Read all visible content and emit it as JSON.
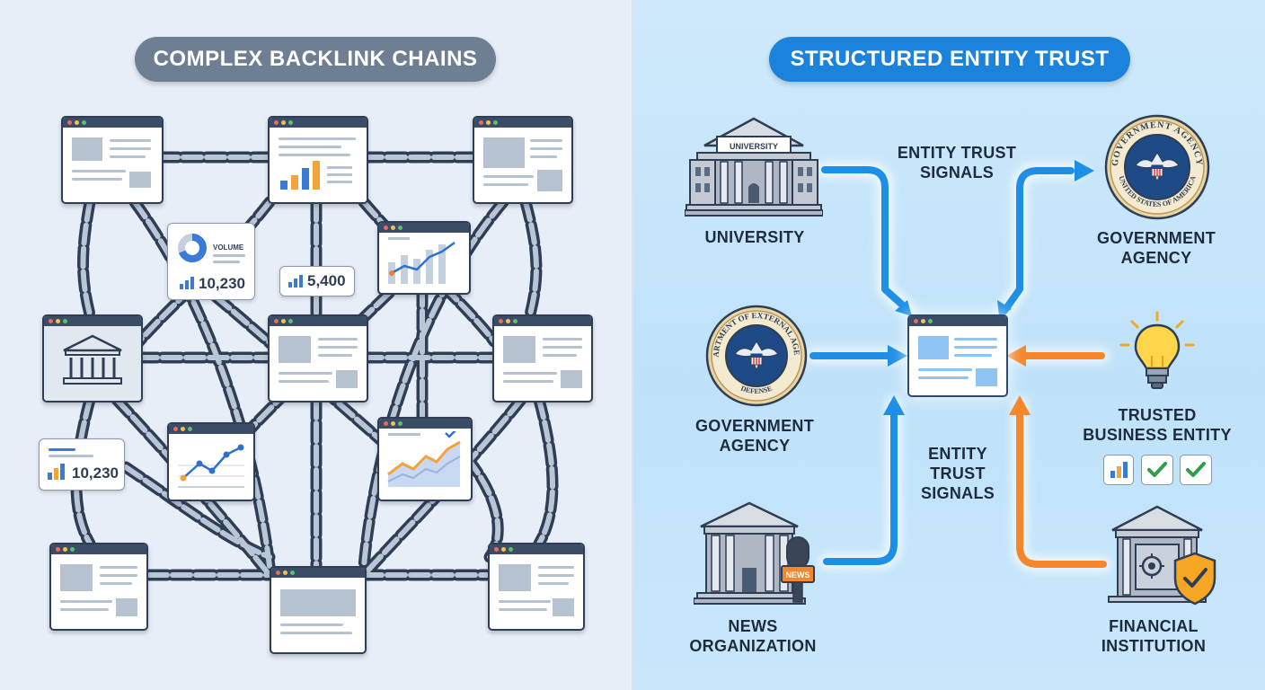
{
  "left": {
    "title": "COMPLEX BACKLINK CHAINS",
    "cards": {
      "volume_label": "VOLUME",
      "volume_value": "10,230",
      "mid_value": "5,400",
      "left_value": "10,230"
    }
  },
  "right": {
    "title": "STRUCTURED ENTITY TRUST",
    "university_sign": "UNIVERSITY",
    "news_sign": "NEWS",
    "labels": {
      "university": "UNIVERSITY",
      "gov_agency_top_1": "GOVERNMENT",
      "gov_agency_top_2": "AGENCY",
      "gov_agency_left_1": "GOVERNMENT",
      "gov_agency_left_2": "AGENCY",
      "trusted_business_1": "TRUSTED",
      "trusted_business_2": "BUSINESS ENTITY",
      "news_org_1": "NEWS",
      "news_org_2": "ORGANIZATION",
      "financial_1": "FINANCIAL",
      "financial_2": "INSTITUTION",
      "signals_top_1": "ENTITY TRUST",
      "signals_top_2": "SIGNALS",
      "signals_mid_1": "ENTITY",
      "signals_mid_2": "TRUST",
      "signals_mid_3": "SIGNALS"
    },
    "seal_top_text": "GOVERNMENT AGENCY",
    "seal_top_bottom_text": "UNITED STATES OF AMERICA",
    "seal_left_text": "DEPARTMENT OF EXTERNAL AGENCY",
    "seal_left_bottom_text": "DEFENSE",
    "colors": {
      "blue": "#1f8fe6",
      "orange": "#f5862a"
    }
  }
}
